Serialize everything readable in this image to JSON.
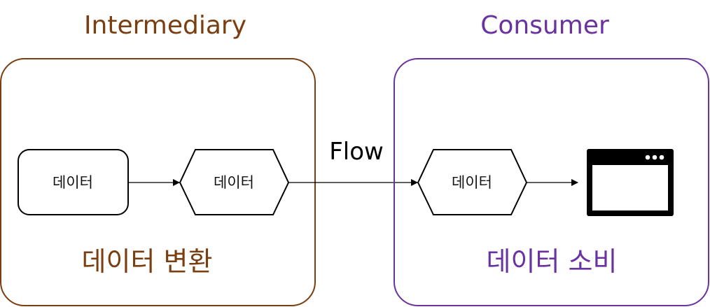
{
  "colors": {
    "intermediary": "#7a3e10",
    "consumer": "#6a32a0",
    "stroke": "#000000"
  },
  "intermediary": {
    "title": "Intermediary",
    "caption": "데이터 변환",
    "nodes": [
      {
        "shape": "rounded-rect",
        "label": "데이터"
      },
      {
        "shape": "hexagon",
        "label": "데이터"
      }
    ]
  },
  "flow": {
    "label": "Flow"
  },
  "consumer": {
    "title": "Consumer",
    "caption": "데이터 소비",
    "nodes": [
      {
        "shape": "hexagon",
        "label": "데이터"
      },
      {
        "shape": "window",
        "icon": "browser-window-icon"
      }
    ]
  }
}
